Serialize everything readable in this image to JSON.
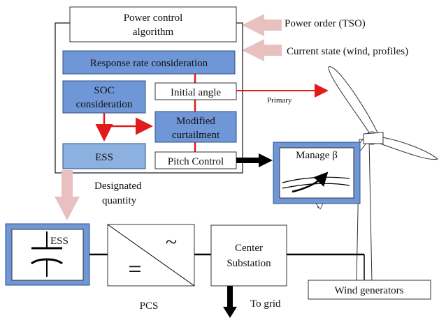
{
  "colors": {
    "box_fill": "#6f96d6",
    "box_fill_light": "#8cb0e0",
    "box_stroke": "#2d4f86",
    "red_arrow": "#e11b1b",
    "pink_arrow": "#e9c0c0",
    "black": "#000000"
  },
  "control": {
    "algorithm_line1": "Power control",
    "algorithm_line2": "algorithm",
    "response_rate": "Response rate consideration",
    "soc_line1": "SOC",
    "soc_line2": "consideration",
    "initial_angle": "Initial angle",
    "modified_line1": "Modified",
    "modified_line2": "curtailment",
    "ess": "ESS",
    "pitch_control": "Pitch Control"
  },
  "inputs": {
    "power_order": "Power order (TSO)",
    "current_state": "Current state (wind, profiles)"
  },
  "labels": {
    "primary": "Primary",
    "designated_line1": "Designated",
    "designated_line2": "quantity",
    "manage_beta": "Manage β",
    "ess_component": "ESS",
    "pcs": "PCS",
    "pcs_ac_symbol": "~",
    "pcs_dc_symbol": "=",
    "center_line1": "Center",
    "center_line2": "Substation",
    "to_grid": "To grid",
    "wind_generators": "Wind generators"
  }
}
